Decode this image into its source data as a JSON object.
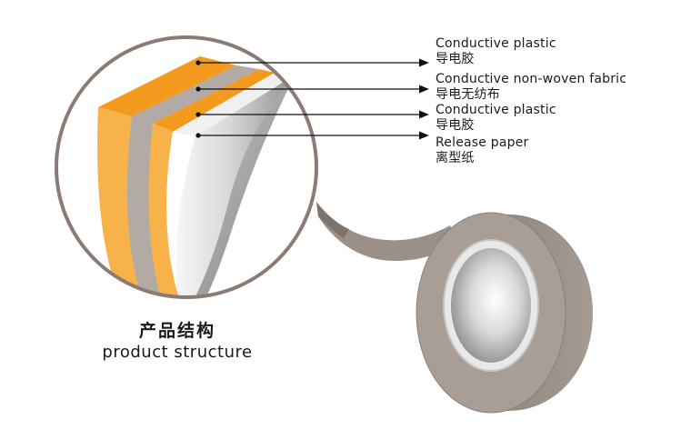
{
  "layers": [
    {
      "name_en": "Conductive plastic",
      "name_zh": "导电胶"
    },
    {
      "name_en": "Conductive non-woven fabric",
      "name_zh": "导电无纺布"
    },
    {
      "name_en": "Conductive plastic",
      "name_zh": "导电胶"
    },
    {
      "name_en": "Release paper",
      "name_zh": "离型纸"
    }
  ],
  "caption": {
    "zh": "产品结构",
    "en": "product structure"
  },
  "colors": {
    "orange": "#f39a1e",
    "light_orange": "#f7b24a",
    "gray_band": "#b2aba5",
    "tape_brown": "#a39a92",
    "circle_outline": "#8a7c75",
    "release_white": "#f3f3f3",
    "release_gray": "#9c9c9c"
  }
}
